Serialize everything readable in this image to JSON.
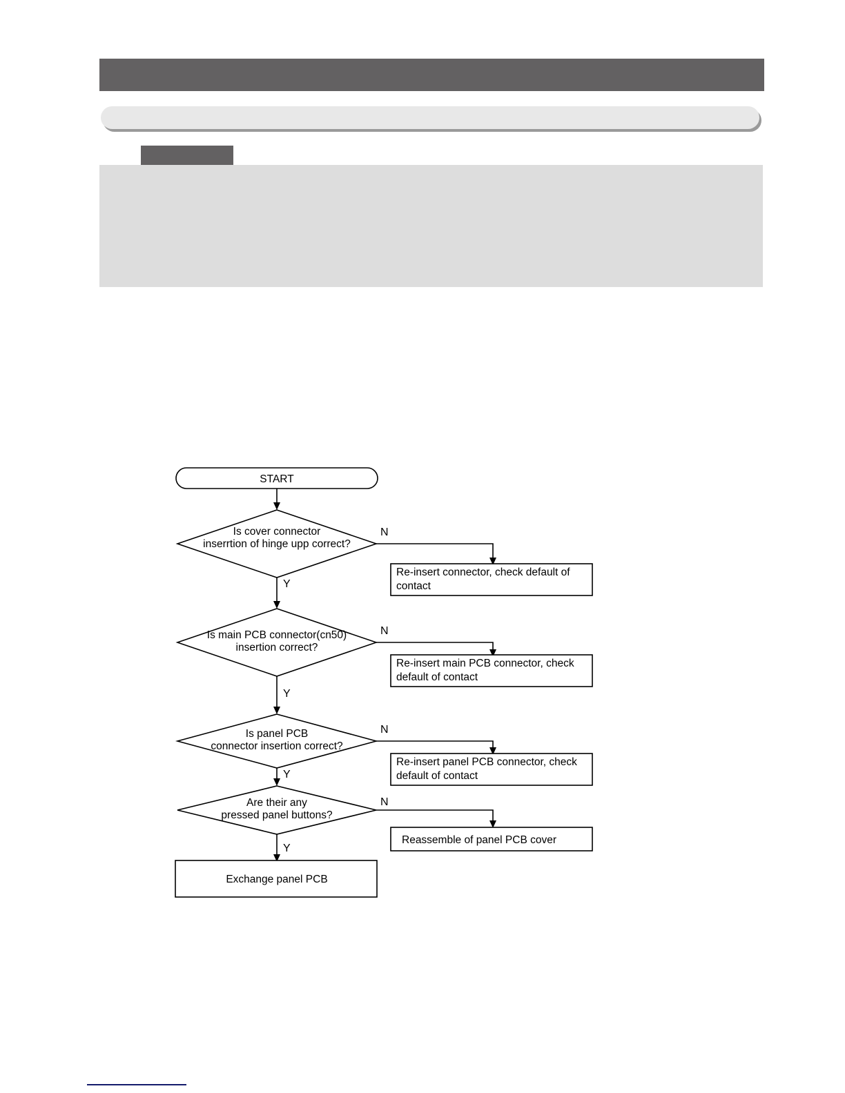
{
  "page": {
    "title": "",
    "header_bar_label": "",
    "round_bar_label": "",
    "section_tab_label": "",
    "section_body_text": "",
    "footer_text": ""
  },
  "colors": {
    "header_dark": "#636162",
    "header_round": "#e8e8e8",
    "section_body": "#dddddd",
    "footer_rule": "#131a6b",
    "shape_stroke": "#000000",
    "shape_fill": "#ffffff"
  },
  "flowchart": {
    "start": {
      "label": "START"
    },
    "decisions": [
      {
        "id": "cover-connector",
        "line1": "Is cover connector",
        "line2": "inserrtion of hinge upp correct?",
        "yes_label": "Y",
        "no_label": "N"
      },
      {
        "id": "main-pcb-connector",
        "line1": "Is main PCB connector(cn50)",
        "line2": "insertion correct?",
        "yes_label": "Y",
        "no_label": "N"
      },
      {
        "id": "panel-pcb-connector",
        "line1": "Is panel PCB",
        "line2": "connector insertion correct?",
        "yes_label": "Y",
        "no_label": "N"
      },
      {
        "id": "pressed-panel-buttons",
        "line1": "Are their any",
        "line2": "pressed panel buttons?",
        "yes_label": "Y",
        "no_label": "N"
      }
    ],
    "actions": [
      {
        "id": "reinsert-connector",
        "line1": "Re-insert connector, check default of",
        "line2": "contact"
      },
      {
        "id": "reinsert-main-pcb-connector",
        "line1": "Re-insert main PCB connector, check",
        "line2": "default of contact"
      },
      {
        "id": "reinsert-panel-pcb-connector",
        "line1": "Re-insert panel PCB connector, check",
        "line2": "default of contact"
      },
      {
        "id": "reassemble-panel-pcb-cover",
        "line1": "Reassemble of panel PCB cover",
        "line2": ""
      }
    ],
    "terminal": {
      "label": "Exchange panel PCB"
    }
  }
}
